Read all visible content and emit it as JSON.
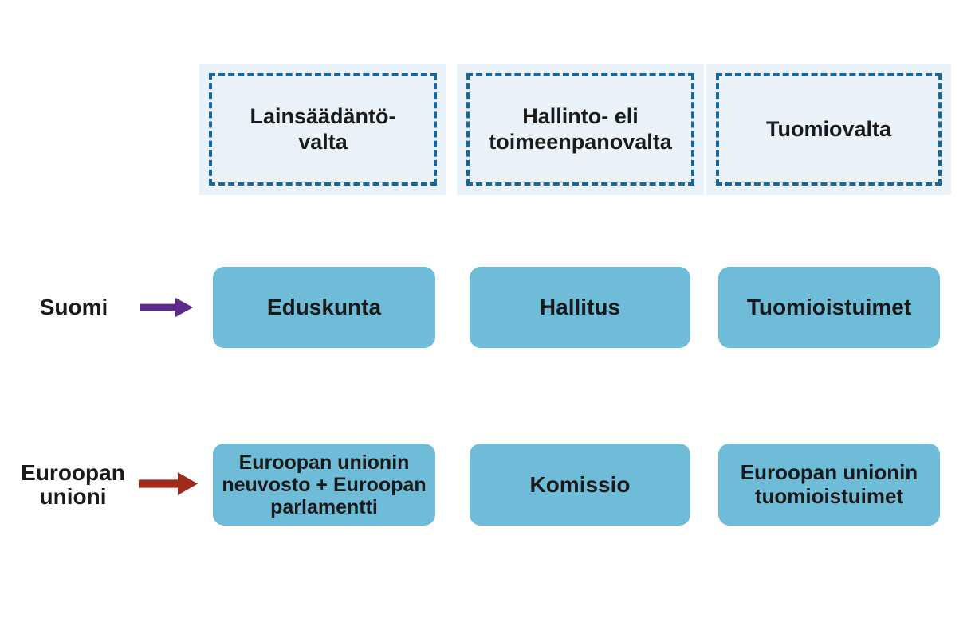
{
  "headers": [
    {
      "label": "Lainsäädäntö-\nvalta"
    },
    {
      "label": "Hallinto- eli\ntoimeenpanovalta"
    },
    {
      "label": "Tuomiovalta"
    }
  ],
  "rows": [
    {
      "label": "Suomi",
      "arrow_color": "#5b2a8c",
      "cells": [
        {
          "label": "Eduskunta"
        },
        {
          "label": "Hallitus"
        },
        {
          "label": "Tuomioistuimet"
        }
      ]
    },
    {
      "label": "Euroopan\nunioni",
      "arrow_color": "#9e2b1b",
      "cells": [
        {
          "label": "Euroopan unionin\nneuvosto + Euroopan\nparlamentti"
        },
        {
          "label": "Komissio"
        },
        {
          "label": "Euroopan unionin\ntuomioistuimet"
        }
      ]
    }
  ],
  "colors": {
    "header_fill": "#e9f2f8",
    "header_border": "#1467a2",
    "cell_fill": "#6fbcd9",
    "suomi_arrow": "#5b2a8c",
    "eu_arrow": "#9e2b1b",
    "text": "#1a1a1a",
    "background": "#ffffff"
  }
}
